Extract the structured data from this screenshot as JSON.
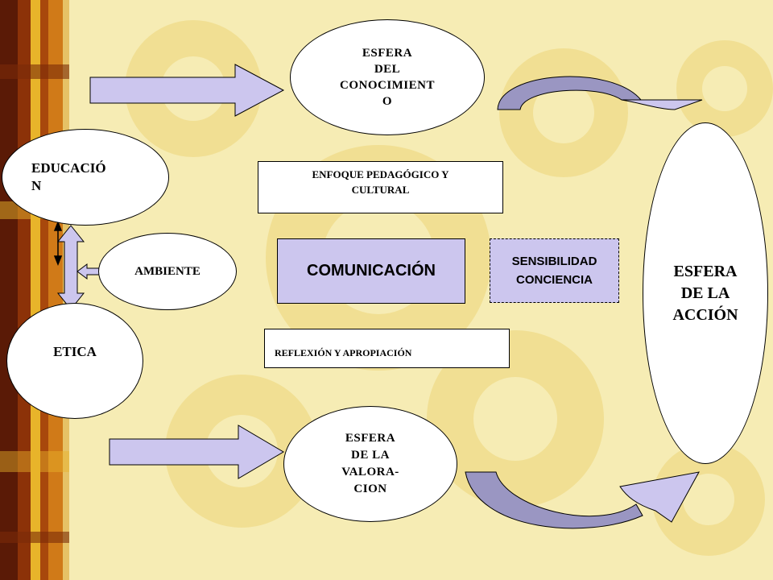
{
  "colors": {
    "background": "#F6ECB4",
    "gear": "#F1DF93",
    "strip_dark": "#5A1A06",
    "strip_orange": "#C8620E",
    "strip_yellow": "#E8B42A",
    "arrow_fill": "#CCC6EE",
    "curve_dark": "#9A96C2",
    "curve_light": "#CCC6EE",
    "comunicacion_fill": "#CCC6EE",
    "sensibilidad_fill": "#CCC6EE",
    "shape_fill": "#FFFFFF",
    "stroke": "#000000"
  },
  "nodes": {
    "conocimiento": "ESFERA\n DEL\nCONOCIMIENT\nO",
    "educacion": "EDUCACIÓ\nN",
    "ambiente": "AMBIENTE",
    "etica": "ETICA",
    "valoracion": "ESFERA\n DE LA\nVALORA-\nCION",
    "accion": "ESFERA\nDE LA\nACCIÓN",
    "enfoque": "ENFOQUE  PEDAGÓGICO Y\nCULTURAL",
    "comunicacion": "COMUNICACIÓN",
    "sensibilidad": "SENSIBILIDAD\nCONCIENCIA",
    "reflexion": "REFLEXIÓN Y APROPIACIÓN"
  },
  "icons": [
    "right-block-arrow-icon",
    "up-down-arrow-icon",
    "left-right-arrow-icon",
    "curved-arrow-icon"
  ]
}
